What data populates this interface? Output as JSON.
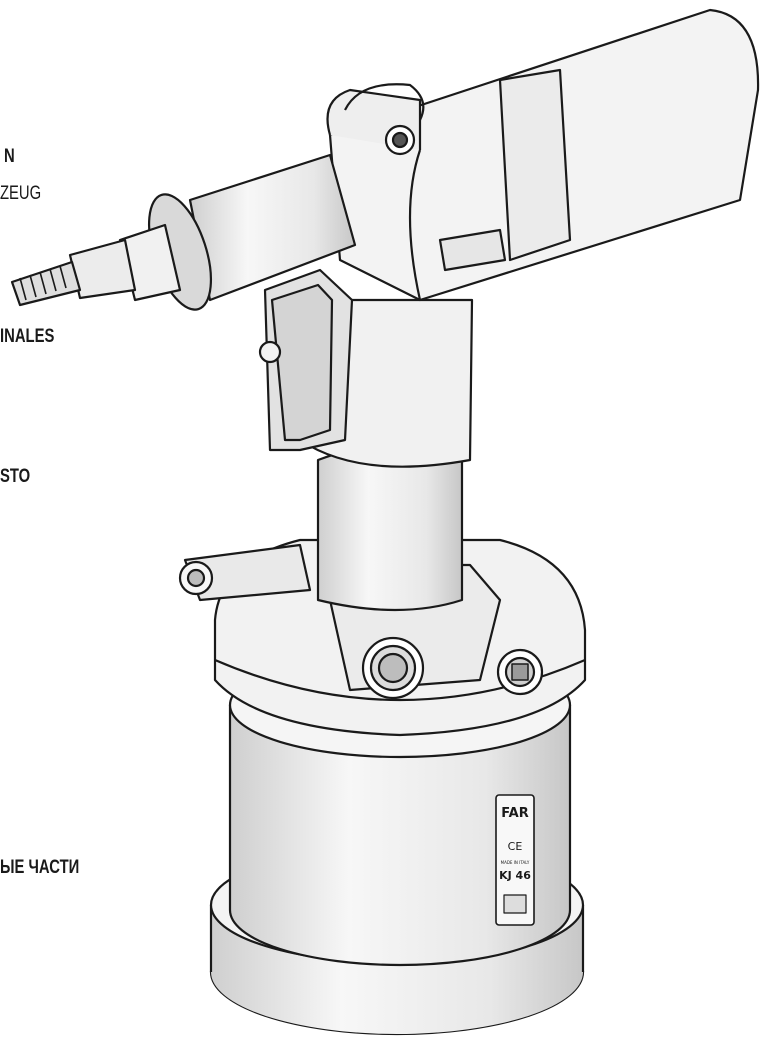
{
  "labels": {
    "l1_bold": "N",
    "l1_regular": "ZEUG",
    "l2": "INALES",
    "l3": "STO",
    "l4": "ЫЕ ЧАСТИ"
  },
  "nameplate": {
    "brand": "FAR",
    "ce_mark": "CE",
    "made_in": "MADE IN ITALY",
    "model": "KJ 46"
  },
  "colors": {
    "ink": "#1a1a1a",
    "body_fill": "#f0f0f0",
    "shade": "#d9d9d9"
  }
}
